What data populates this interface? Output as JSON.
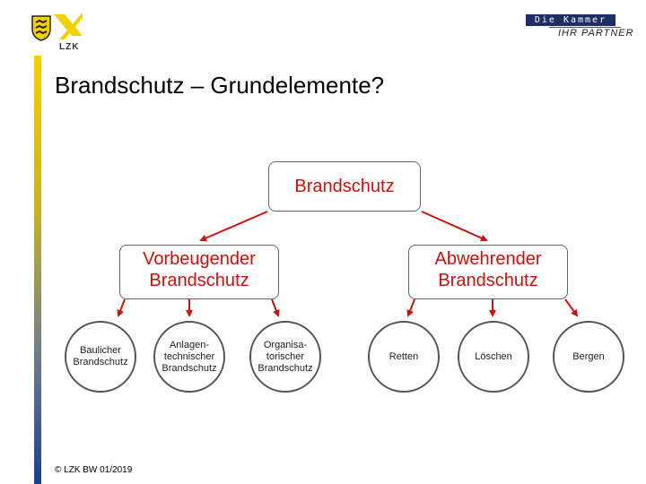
{
  "header": {
    "logo_text": "LZK",
    "kammer_text": "Die Kammer",
    "partner_text": "IHR PARTNER"
  },
  "slide": {
    "title": "Brandschutz – Grundelemente?"
  },
  "diagram": {
    "root": "Brandschutz",
    "branches": [
      {
        "label_lines": [
          "Vorbeugender",
          "Brandschutz"
        ],
        "children": [
          [
            "Baulicher",
            "Brandschutz"
          ],
          [
            "Anlagen-",
            "technischer",
            "Brandschutz"
          ],
          [
            "Organisa-",
            "torischer",
            "Brandschutz"
          ]
        ]
      },
      {
        "label_lines": [
          "Abwehrender",
          "Brandschutz"
        ],
        "children": [
          [
            "Retten"
          ],
          [
            "Löschen"
          ],
          [
            "Bergen"
          ]
        ]
      }
    ],
    "colors": {
      "accent": "#cc1111",
      "arrow": "#cc1111",
      "border": "#555555"
    }
  },
  "footer": {
    "copyright": "© LZK BW 01/2019"
  }
}
